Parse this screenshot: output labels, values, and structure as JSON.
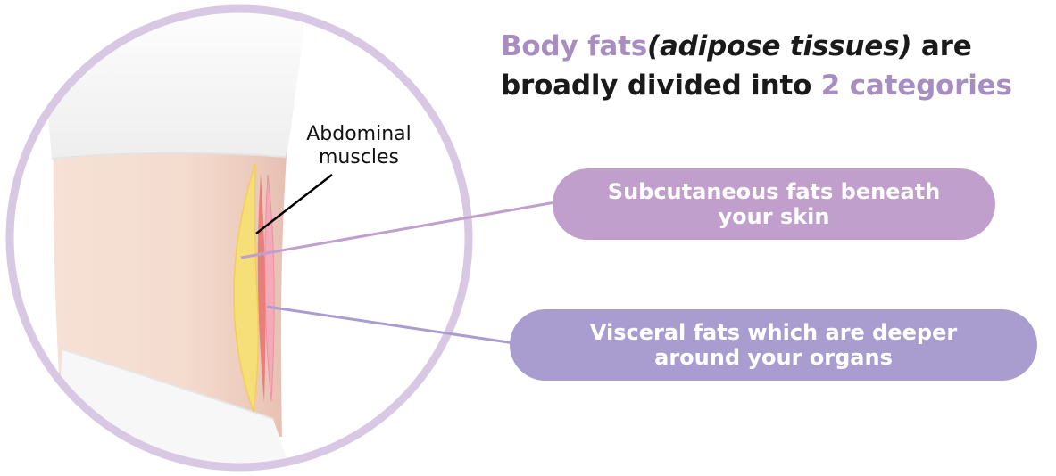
{
  "headline": {
    "part1": "Body fats",
    "part2": "(adipose tissues)",
    "part3": " are broadly divided into ",
    "part4": "2 categories"
  },
  "labels": {
    "muscles_line1": "Abdominal",
    "muscles_line2": "muscles"
  },
  "categories": [
    {
      "line1": "Subcutaneous fats beneath",
      "line2": "your skin"
    },
    {
      "line1": "Visceral fats which are deeper",
      "line2": "around your organs"
    }
  ],
  "colors": {
    "ring": "#d9c8e4",
    "accent_text": "#a88dc0",
    "subcutaneous_pill": "#c09fcc",
    "visceral_pill": "#a99ccf",
    "fat_layer": "#f6df78",
    "muscle_layer": "#e87f7a",
    "visceral_layer": "#f4aab8"
  }
}
